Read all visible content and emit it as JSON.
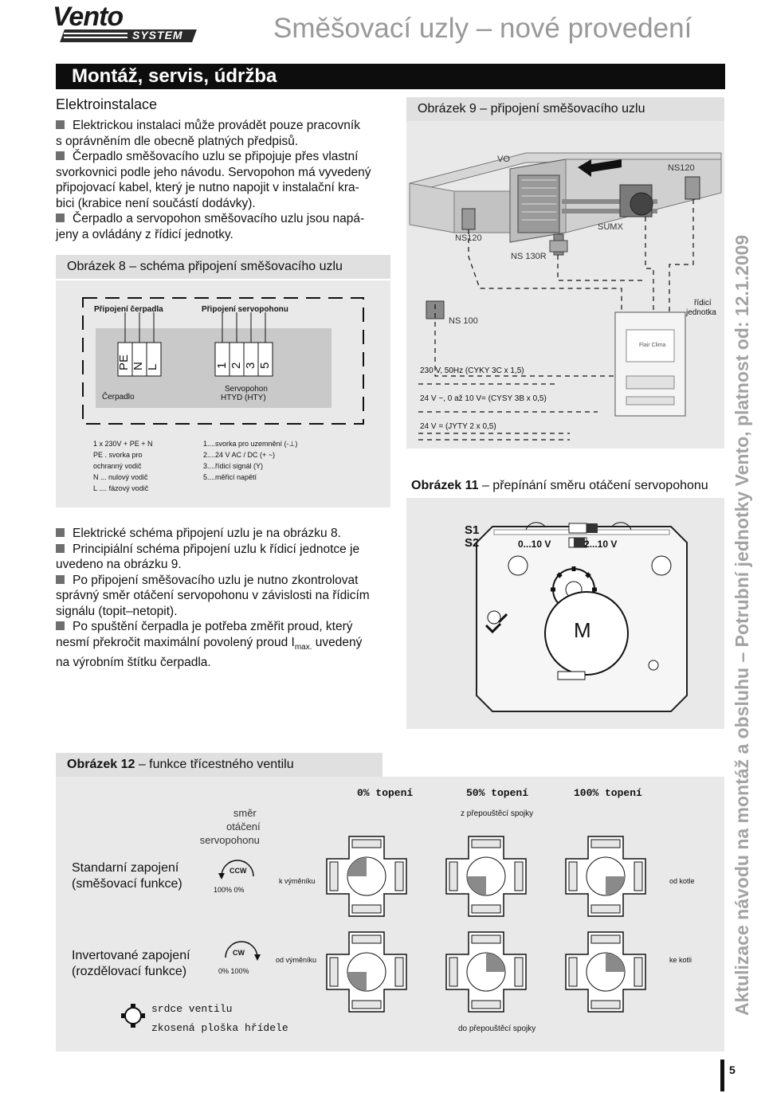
{
  "header": {
    "logo_word": "Vento",
    "logo_sub": "SYSTEM",
    "title": "Směšovací uzly – nové provedení"
  },
  "section": {
    "title": "Montáž, servis, údržba"
  },
  "electro": {
    "heading": "Elektroinstalace",
    "lines": [
      "Elektrickou instalaci může provádět pouze pracovník",
      "s oprávněním dle obecně platných předpisů.",
      "Čerpadlo směšovacího uzlu se připojuje přes vlastní",
      "svorkovnici podle jeho návodu. Servopohon má vyvedený",
      "připojovací kabel, který je nutno napojit v instalační kra-",
      "bici (krabice není součástí dodávky).",
      "Čerpadlo a servopohon směšovacího uzlu jsou napá-",
      "jeny a ovládány z řídicí jednotky."
    ]
  },
  "fig8": {
    "number": "Obrázek 8",
    "caption": " – schéma připojení směšovacího uzlu",
    "pump_title": "Připojení čerpadla",
    "servo_title": "Připojení servopohonu",
    "pump_terminals": [
      "PE",
      "N",
      "L"
    ],
    "pump_label": "Čerpadlo",
    "servo_terminals": [
      "1",
      "2",
      "3",
      "5"
    ],
    "servo_label1": "Servopohon",
    "servo_label2": "HTYD (HTY)",
    "pump_notes": [
      "1 x 230V + PE + N",
      "PE . svorka pro",
      "ochranný vodič",
      "N ... nulový vodič",
      "L .... fázový vodič"
    ],
    "servo_notes": [
      "1....svorka pro uzemnění (-⊥)",
      "2....24 V AC / DC (+ ~)",
      "3....řídicí signál (Y)",
      "5....měřicí napětí"
    ]
  },
  "instructions": {
    "lines": [
      "Elektrické schéma připojení uzlu je na obrázku 8.",
      "Principiální schéma připojení uzlu k řídicí jednotce  je",
      "uvedeno na obrázku 9.",
      "Po připojení směšovacího uzlu je nutno zkontrolovat",
      "správný směr otáčení servopohonu v závislosti na řídicím",
      "signálu (topit–netopit).",
      "Po spuštění čerpadla je potřeba změřit proud, který",
      "nesmí překročit maximální povolený proud I",
      "max.",
      " uvedený",
      "na výrobním štítku čerpadla."
    ]
  },
  "fig9": {
    "number": "Obrázek 9",
    "caption": " – připojení směšovacího uzlu",
    "labels": {
      "vo": "VO",
      "ns120_top": "NS120",
      "ns120_left": "NS120",
      "ns130r": "NS 130R",
      "sumx": "SUMX",
      "ns100": "NS 100",
      "ctrl1": "řídicí",
      "ctrl2": "jednotka",
      "brand": "Flair Clima"
    },
    "cables": [
      "230 V, 50Hz (CYKY 3C x 1,5)",
      "24 V ~, 0 až 10 V= (CYSY 3B x 0,5)",
      "24 V =  (JYTY 2 x 0,5)"
    ]
  },
  "fig11": {
    "number": "Obrázek 11",
    "caption": " – přepínání směru otáčení servopohonu",
    "s1": "S1",
    "s2": "S2",
    "v1": "0...10 V",
    "v2": "2...10 V",
    "motor": "M"
  },
  "fig12": {
    "number": "Obrázek 12",
    "caption": " – funkce třícestného ventilu",
    "dir1": "směr",
    "dir2": "otáčení",
    "dir3": "servopohonu",
    "pos0": "0% topení",
    "pos50": "50% topení",
    "pos100": "100% topení",
    "bypass_top": "z přepouštěcí spojky",
    "bypass_bottom": "do přepouštěcí spojky",
    "standard1": "Standarní zapojení",
    "standard2": "(směšovací funkce)",
    "invert1": "Invertované zapojení",
    "invert2": "(rozdělovací funkce)",
    "ccw": "CCW",
    "cw": "CW",
    "ccw_vals": "100%   0%",
    "cw_vals": "0%   100%",
    "to_exchanger": "k výměníku",
    "from_exchanger": "od výměníku",
    "from_boiler": "od kotle",
    "to_boiler": "ke kotli",
    "legend_core": "srdce ventilu",
    "legend_shaft": "zkosená ploška hřídele"
  },
  "footer": {
    "side_text": "Aktulizace návodu na montáž a obsluhu – Potrubní jednotky Vento, platnost od: 12.1.2009",
    "page": "5"
  },
  "colors": {
    "panel": "#e9e9e9",
    "header_bar": "#0d0d0d",
    "title_gray": "#999999",
    "side_text": "#a3a3a3"
  }
}
